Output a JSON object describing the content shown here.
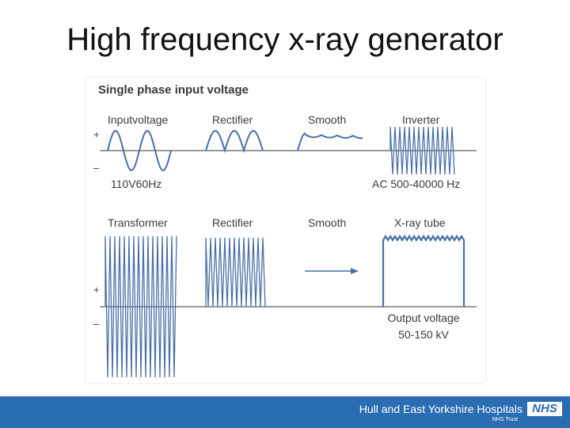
{
  "slide": {
    "title": "High frequency x-ray generator"
  },
  "diagram": {
    "heading": "Single phase input voltage",
    "row1": {
      "stages": [
        "Inputvoltage",
        "Rectifier",
        "Smooth",
        "Inverter"
      ],
      "left_caption": "110V60Hz",
      "right_caption": "AC 500-40000 Hz"
    },
    "row2": {
      "stages": [
        "Transformer",
        "Rectifier",
        "Smooth",
        "X-ray tube"
      ],
      "output_caption_line1": "Output voltage",
      "output_caption_line2": "50-150 kV"
    },
    "plus_sign": "+",
    "minus_sign": "–",
    "colors": {
      "wave": "#4a6fa8",
      "axis": "#333333",
      "text": "#3a3a3a"
    }
  },
  "footer": {
    "org_name": "Hull and East Yorkshire Hospitals",
    "org_sub": "NHS Trust",
    "logo": "NHS",
    "color": "#2a6db2"
  }
}
